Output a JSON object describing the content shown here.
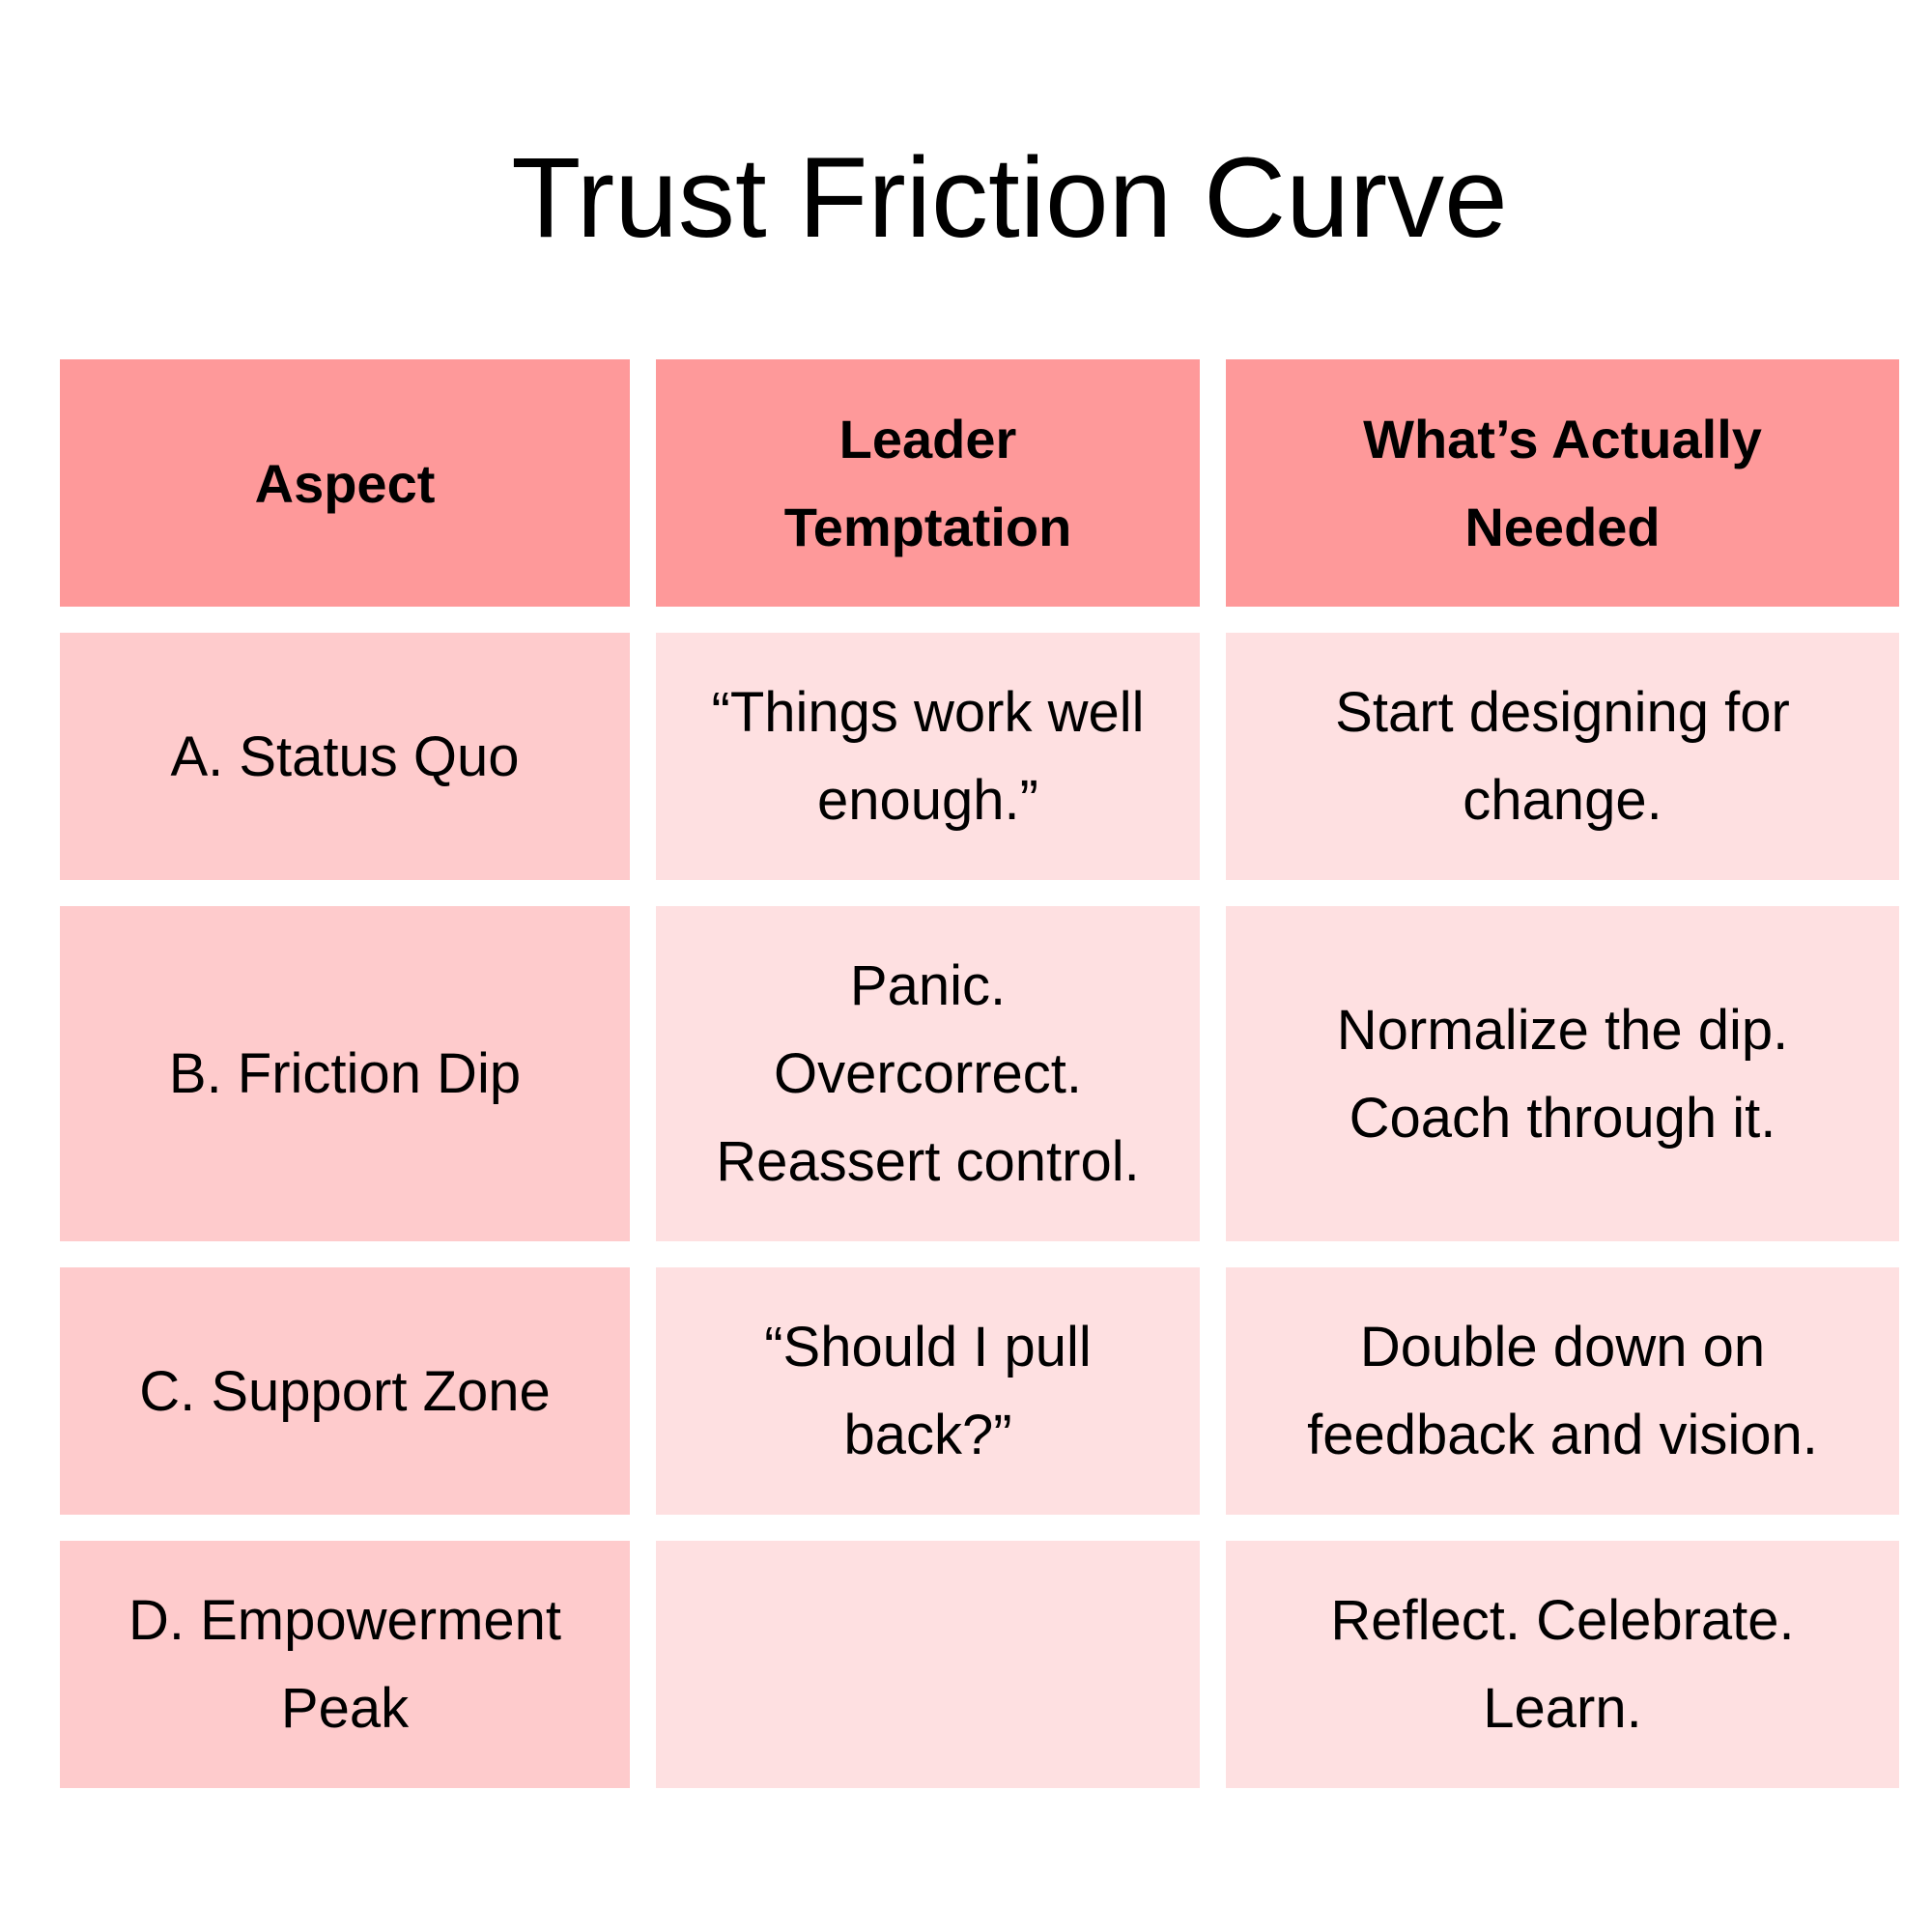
{
  "title": "Trust Friction Curve",
  "colors": {
    "header_bg": "#fe999a",
    "aspect_bg": "#fecbcc",
    "body_bg": "#fee0e1"
  },
  "table": {
    "headers": [
      "Aspect",
      "Leader\nTemptation",
      "What’s Actually\nNeeded"
    ],
    "rows": [
      {
        "aspect": "A. Status Quo",
        "temptation": "“Things work well\nenough.”",
        "needed": "Start designing for\nchange."
      },
      {
        "aspect": "B. Friction Dip",
        "temptation": "Panic.\nOvercorrect.\nReassert control.",
        "needed": "Normalize the dip.\nCoach through it."
      },
      {
        "aspect": "C. Support Zone",
        "temptation": "“Should I pull\nback?”",
        "needed": "Double down on\nfeedback and vision."
      },
      {
        "aspect": "D. Empowerment\nPeak",
        "temptation": "",
        "needed": "Reflect. Celebrate.\nLearn."
      }
    ]
  }
}
